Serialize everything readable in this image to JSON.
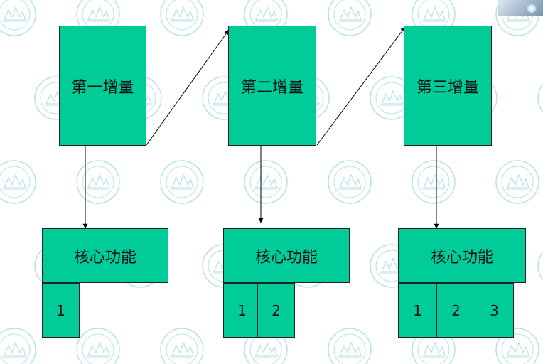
{
  "increments": [
    {
      "label": "第一增量"
    },
    {
      "label": "第二增量"
    },
    {
      "label": "第三增量"
    }
  ],
  "cores": [
    {
      "label": "核心功能",
      "parts": [
        "1"
      ]
    },
    {
      "label": "核心功能",
      "parts": [
        "1",
        "2"
      ]
    },
    {
      "label": "核心功能",
      "parts": [
        "1",
        "2",
        "3"
      ]
    }
  ],
  "colors": {
    "box_fill": "#00cc99",
    "border": "#222222",
    "arrow": "#000000",
    "watermark": "#b7e3e3"
  }
}
